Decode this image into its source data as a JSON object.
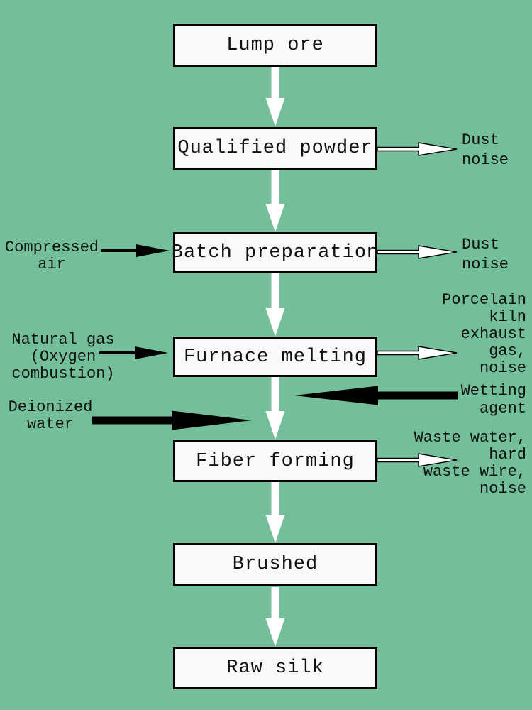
{
  "diagram": {
    "boxes": [
      {
        "id": "lump-ore",
        "label": "Lump ore"
      },
      {
        "id": "qualified-powder",
        "label": "Qualified powder"
      },
      {
        "id": "batch-preparation",
        "label": "Batch preparation"
      },
      {
        "id": "furnace-melting",
        "label": "Furnace melting"
      },
      {
        "id": "fiber-forming",
        "label": "Fiber forming"
      },
      {
        "id": "brushed",
        "label": "Brushed"
      },
      {
        "id": "raw-silk",
        "label": "Raw silk"
      }
    ],
    "side_inputs": [
      {
        "id": "compressed-air",
        "label": "Compressed\nair"
      },
      {
        "id": "natural-gas",
        "label": "Natural gas\n(Oxygen\ncombustion)"
      },
      {
        "id": "deionized-water",
        "label": "Deionized\nwater"
      },
      {
        "id": "wetting-agent",
        "label": "Wetting\nagent"
      }
    ],
    "side_outputs": [
      {
        "id": "dust-noise-qualified-powder",
        "label": "Dust\nnoise"
      },
      {
        "id": "dust-noise-batch-preparation",
        "label": "Dust\nnoise"
      },
      {
        "id": "porcelain-kiln-exhaust",
        "label": "Porcelain\nkiln\nexhaust\ngas,\nnoise"
      },
      {
        "id": "waste-water",
        "label": "Waste water,\nhard\nwaste wire,\nnoise"
      }
    ]
  },
  "colors": {
    "background": "#73bf99",
    "box_fill": "#f9f9f9",
    "box_border": "#000000",
    "flow_arrow": "#ffffff",
    "input_arrow": "#000000",
    "text": "#111111"
  }
}
